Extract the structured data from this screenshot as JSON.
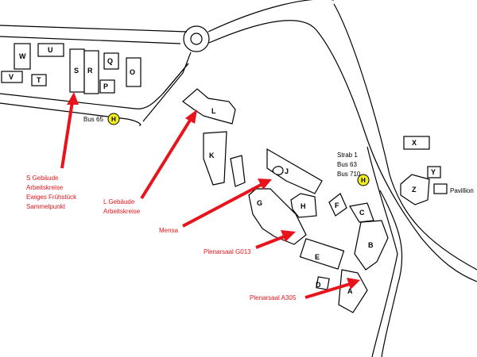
{
  "buildings": {
    "W": "W",
    "U": "U",
    "V": "V",
    "T": "T",
    "S": "S",
    "R": "R",
    "Q": "Q",
    "P": "P",
    "O": "O",
    "L": "L",
    "K": "K",
    "J": "J",
    "G": "G",
    "H": "H",
    "F": "F",
    "C": "C",
    "B": "B",
    "E": "E",
    "D": "D",
    "A": "A",
    "X": "X",
    "Y": "Y",
    "Z": "Z"
  },
  "labels": {
    "pavillion": "Pavillion"
  },
  "stops": {
    "stop_symbol": "H",
    "bus65": "Bus 65",
    "strab": [
      "Strab 1",
      "Bus 63",
      "Bus 710"
    ]
  },
  "annotations": {
    "s_building": [
      "S Gebäude",
      "Arbeitskreise",
      "Ewiges Frühstück",
      "Sammelpunkt"
    ],
    "l_building": [
      "L Gebäude",
      "Arbeitskreise"
    ],
    "mensa": "Mensa",
    "g013": "Plenarsaal G013",
    "a305": "Plenarsaal A305"
  },
  "colors": {
    "annotation": "#e8141c",
    "bus_stop": "#f5ef1e"
  }
}
